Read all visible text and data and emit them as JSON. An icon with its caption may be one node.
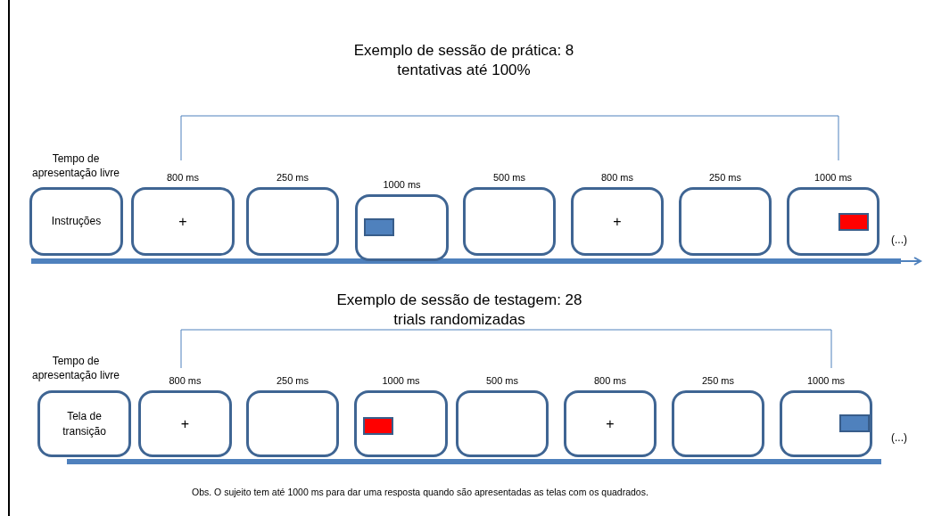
{
  "diagram": {
    "caption": "Obs. O sujeito tem até 1000 ms  para  dar uma resposta quando são apresentadas as telas com os quadrados.",
    "nodes": [
      {
        "text": [
          "Instruções"
        ],
        "beside": [
          "Tempo de apresentação livre"
        ]
      },
      {
        "text": [
          "+"
        ],
        "beside": [
          "800 ms"
        ]
      },
      {
        "text": [],
        "shape": "box",
        "beside": [
          "250 ms"
        ]
      },
      {
        "text": [],
        "shape": "box",
        "beside": [
          "1000 ms"
        ]
      },
      {
        "text": [],
        "shape": "box",
        "beside": [
          "500 ms"
        ]
      },
      {
        "text": [
          "+"
        ],
        "beside": [
          "800 ms"
        ]
      },
      {
        "text": [],
        "shape": "box",
        "beside": [
          "250 ms"
        ]
      },
      {
        "text": [],
        "shape": "box",
        "beside": [
          "1000 ms"
        ]
      },
      {
        "text": [
          "Tela de transição"
        ],
        "beside": [
          "Tempo de apresentação livre"
        ]
      },
      {
        "text": [
          "+"
        ],
        "beside": [
          "800 ms"
        ]
      },
      {
        "text": [],
        "shape": "box",
        "beside": [
          "250 ms"
        ]
      },
      {
        "text": [],
        "shape": "box",
        "beside": [
          "1000 ms"
        ]
      },
      {
        "text": [],
        "shape": "box",
        "beside": [
          "500 ms"
        ]
      },
      {
        "text": [
          "+"
        ],
        "beside": [
          "800 ms"
        ]
      },
      {
        "text": [],
        "shape": "box",
        "beside": [
          "250 ms"
        ]
      },
      {
        "text": [],
        "shape": "box",
        "beside": [
          "1000 ms"
        ]
      }
    ],
    "labels": [
      "Exemplo de sessão de prática: 8 tentativas até 100%",
      "(...)",
      "Exemplo de sessão de testagem: 28 trials randomizadas",
      "(...)"
    ]
  }
}
